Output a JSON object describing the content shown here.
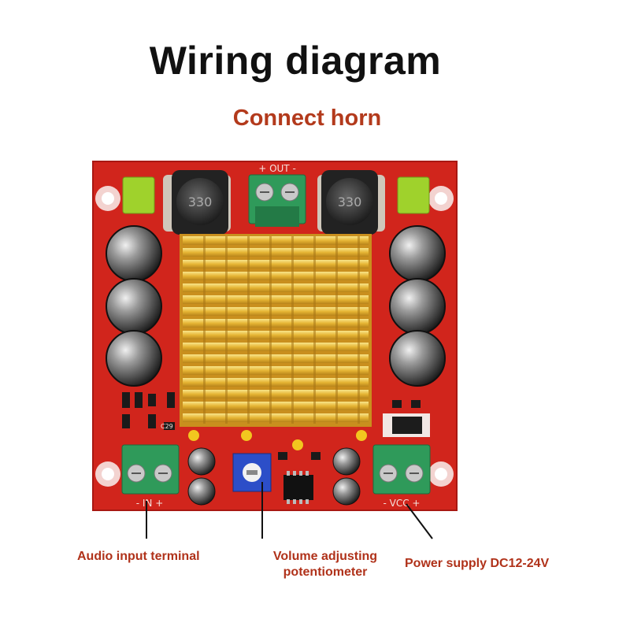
{
  "title": "Wiring diagram",
  "subtitle": "Connect horn",
  "board": {
    "top_terminal_silk": "+ OUT -",
    "inductor_code": "330",
    "input_silk": "-  IN  +",
    "power_silk": "-  VCC  +",
    "cap_mark": "C29",
    "colors": {
      "pcb": "#d1251c",
      "heatsink": "#e2b233",
      "terminal": "#2f9a5a",
      "title_accent": "#b33a1c"
    }
  },
  "labels": {
    "audio_input": "Audio input terminal",
    "volume_line1": "Volume adjusting",
    "volume_line2": "potentiometer",
    "power_supply": "Power supply DC12-24V"
  }
}
